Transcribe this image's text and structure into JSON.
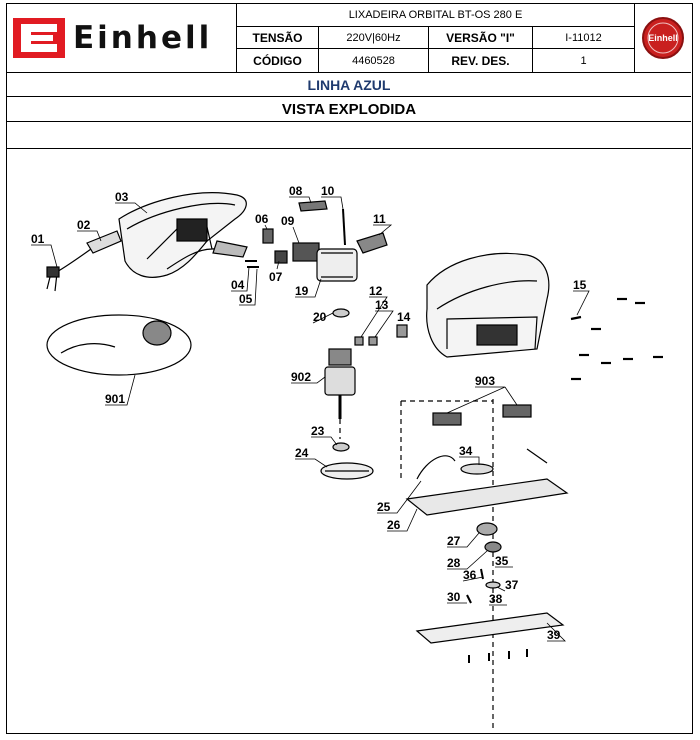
{
  "header": {
    "brand": "Einhell",
    "title": "LIXADEIRA ORBITAL BT-OS 280 E",
    "tensao_label": "TENSÃO",
    "tensao_value": "220V|60Hz",
    "versao_label": "VERSÃO \"I\"",
    "versao_value": "I-11012",
    "codigo_label": "CÓDIGO",
    "codigo_value": "4460528",
    "rev_label": "REV. DES.",
    "rev_value": "1",
    "badge_text": "Einhell"
  },
  "line_name": "LINHA AZUL",
  "view_title": "VISTA EXPLODIDA",
  "colors": {
    "brand_red": "#e11b22",
    "line_blue": "#1f3a6e"
  },
  "parts": [
    "01",
    "02",
    "03",
    "04",
    "05",
    "06",
    "07",
    "08",
    "09",
    "10",
    "11",
    "12",
    "13",
    "14",
    "15",
    "19",
    "20",
    "23",
    "24",
    "25",
    "26",
    "27",
    "28",
    "30",
    "34",
    "35",
    "36",
    "37",
    "38",
    "39",
    "901",
    "902",
    "903"
  ]
}
